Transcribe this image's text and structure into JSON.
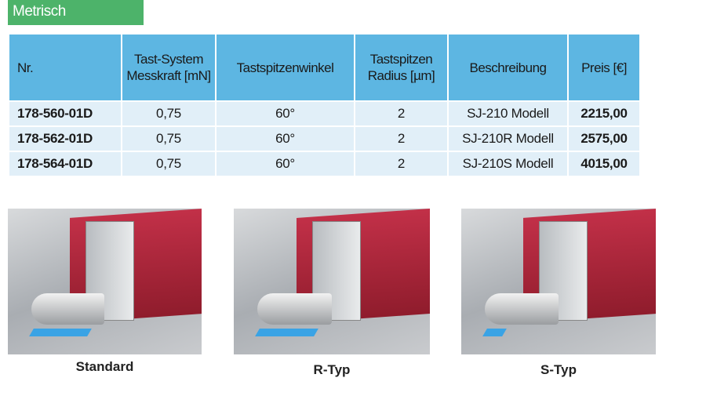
{
  "section_label": "Metrisch",
  "table": {
    "headers": [
      "Nr.",
      "Tast-System Messkraft [mN]",
      "Tastspitzenwinkel",
      "Tastspitzen Radius [µm]",
      "Beschreibung",
      "Preis [€]"
    ],
    "rows": [
      [
        "178-560-01D",
        "0,75",
        "60°",
        "2",
        "SJ-210 Modell",
        "2215,00"
      ],
      [
        "178-562-01D",
        "0,75",
        "60°",
        "2",
        "SJ-210R Modell",
        "2575,00"
      ],
      [
        "178-564-01D",
        "0,75",
        "60°",
        "2",
        "SJ-210S Modell",
        "4015,00"
      ]
    ]
  },
  "images": [
    {
      "caption": "Standard"
    },
    {
      "caption": "R-Typ"
    },
    {
      "caption": "S-Typ"
    }
  ]
}
